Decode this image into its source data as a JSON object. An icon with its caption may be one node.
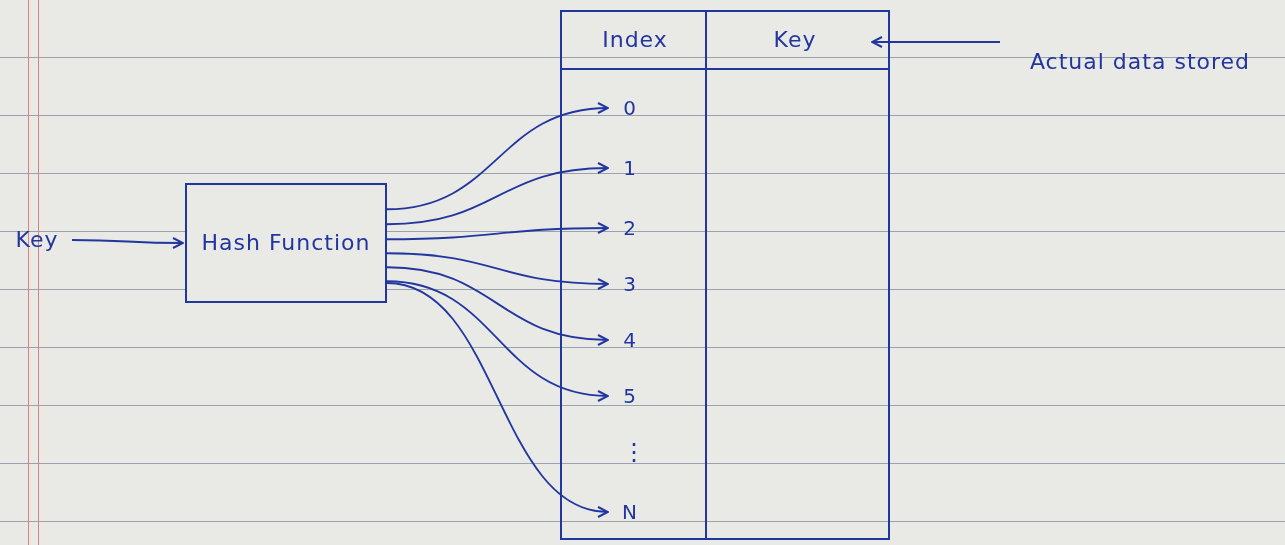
{
  "diagram": {
    "nodes": [
      {
        "text": [
          "Key"
        ]
      },
      {
        "text": [
          "Hash Function"
        ]
      },
      {
        "text": [
          "Index"
        ]
      },
      {
        "text": [
          "Key"
        ]
      },
      {
        "text": [
          "0"
        ]
      },
      {
        "text": [
          "1"
        ]
      },
      {
        "text": [
          "2"
        ]
      },
      {
        "text": [
          "3"
        ]
      },
      {
        "text": [
          "4"
        ]
      },
      {
        "text": [
          "5"
        ]
      },
      {
        "text": [
          "N"
        ]
      },
      {
        "text": [
          "Actual data stored"
        ]
      }
    ],
    "edges": [
      {
        "from": 0,
        "to": 1,
        "arrow": "to"
      },
      {
        "from": 1,
        "to": 4,
        "arrow": "to"
      },
      {
        "from": 1,
        "to": 5,
        "arrow": "to"
      },
      {
        "from": 1,
        "to": 6,
        "arrow": "to"
      },
      {
        "from": 1,
        "to": 7,
        "arrow": "to"
      },
      {
        "from": 1,
        "to": 8,
        "arrow": "to"
      },
      {
        "from": 1,
        "to": 9,
        "arrow": "to"
      },
      {
        "from": 1,
        "to": 10,
        "arrow": "to"
      },
      {
        "from": 11,
        "to": 3,
        "arrow": "to"
      }
    ],
    "labels": [
      "⋮"
    ]
  }
}
